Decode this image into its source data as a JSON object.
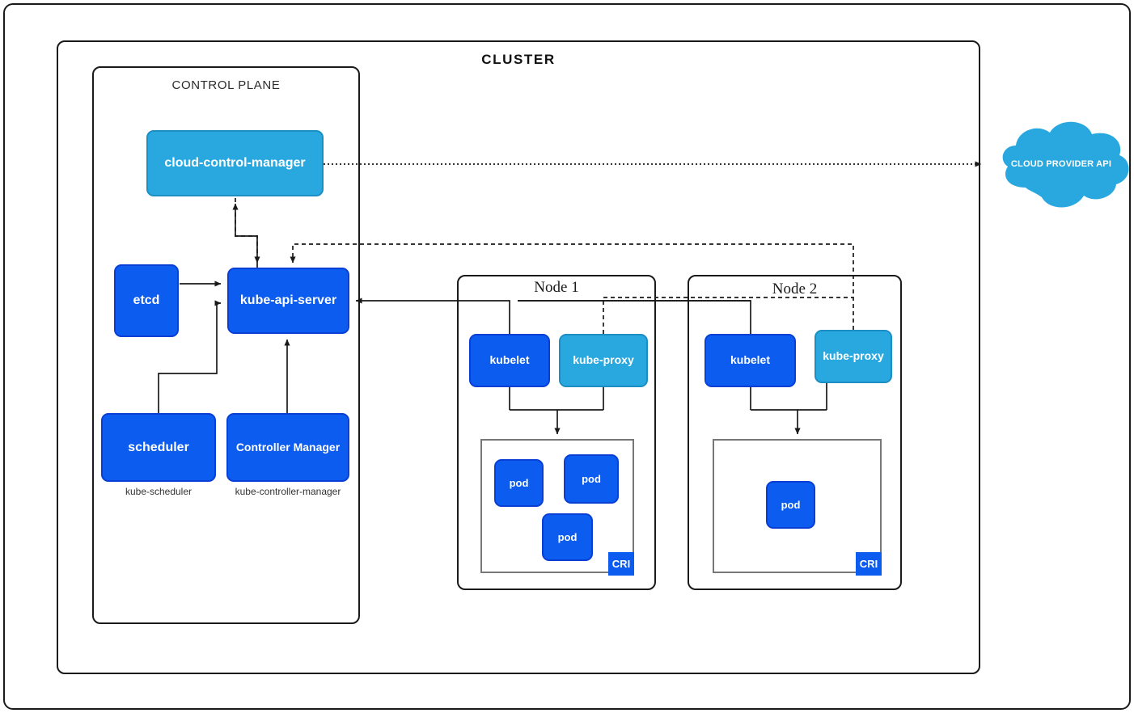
{
  "diagram": {
    "title": "CLUSTER",
    "control_plane_title": "CONTROL PLANE",
    "colors": {
      "deep_blue": "#0d5cf0",
      "light_blue": "#29a8e0",
      "cloud_blue": "#29a8e0",
      "line": "#1a1a1a",
      "frame": "#1a1a1a",
      "inner_frame": "#777777"
    }
  },
  "control_plane": {
    "cloud_control_manager": "cloud-control-manager",
    "kube_api_server": "kube-api-server",
    "etcd": "etcd",
    "scheduler": "scheduler",
    "scheduler_caption": "kube-scheduler",
    "controller_manager": "Controller Manager",
    "controller_manager_caption": "kube-controller-manager"
  },
  "nodes": [
    {
      "title": "Node 1",
      "kubelet": "kubelet",
      "kube_proxy": "kube-proxy",
      "runtime_badge": "CRI",
      "pods": [
        "pod",
        "pod",
        "pod"
      ]
    },
    {
      "title": "Node 2",
      "kubelet": "kubelet",
      "kube_proxy": "kube-proxy",
      "runtime_badge": "CRI",
      "pods": [
        "pod"
      ]
    }
  ],
  "cloud": {
    "label": "CLOUD PROVIDER API"
  }
}
